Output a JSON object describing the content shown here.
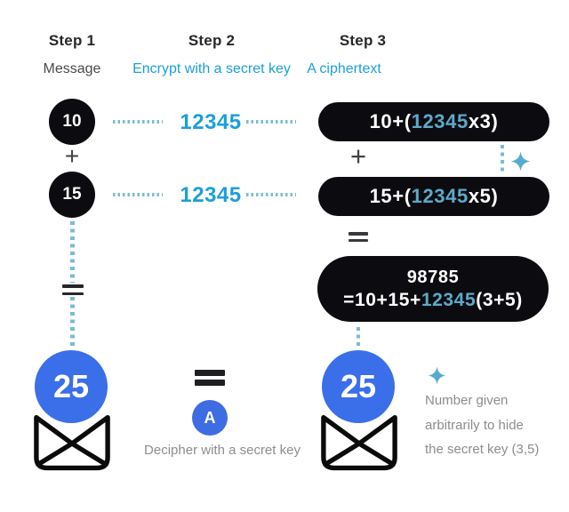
{
  "header": {
    "steps": [
      {
        "label": "Step 1",
        "subtitle": "Message"
      },
      {
        "label": "Step 2",
        "subtitle": "Encrypt with a secret key"
      },
      {
        "label": "Step 3",
        "subtitle": "A ciphertext"
      }
    ]
  },
  "step1": {
    "value_top": "10",
    "plus": "+",
    "value_bottom": "15",
    "equals": "=",
    "result": "25"
  },
  "step2": {
    "key_top": "12345",
    "key_bottom": "12345",
    "equals": "=",
    "decipher_badge": "A",
    "decipher_caption": "Decipher with a secret key"
  },
  "step3": {
    "cipher_top": {
      "pre": "10+(",
      "key": "12345",
      "post": "x3)"
    },
    "plus": "+",
    "cipher_bottom": {
      "pre": "15+(",
      "key": "12345",
      "post": "x5)"
    },
    "equals": "=",
    "sum": {
      "line1": "98785",
      "line2_pre": "=10+15+",
      "line2_key": "12345",
      "line2_post": "(3+5)"
    },
    "result": "25"
  },
  "note": {
    "lines": [
      "Number given",
      "arbitrarily to hide",
      "the secret key (3,5)"
    ]
  },
  "icons": {
    "sparkle": "sparkle",
    "envelope": "open-envelope"
  },
  "colors": {
    "accent_blue": "#1b9fd9",
    "muted_blue": "#5ea9c8",
    "dot_blue": "#7cbbd3",
    "royal_blue": "#3b6fe9",
    "pill_black": "#0c0c10",
    "gray_text": "#8d8d92"
  }
}
